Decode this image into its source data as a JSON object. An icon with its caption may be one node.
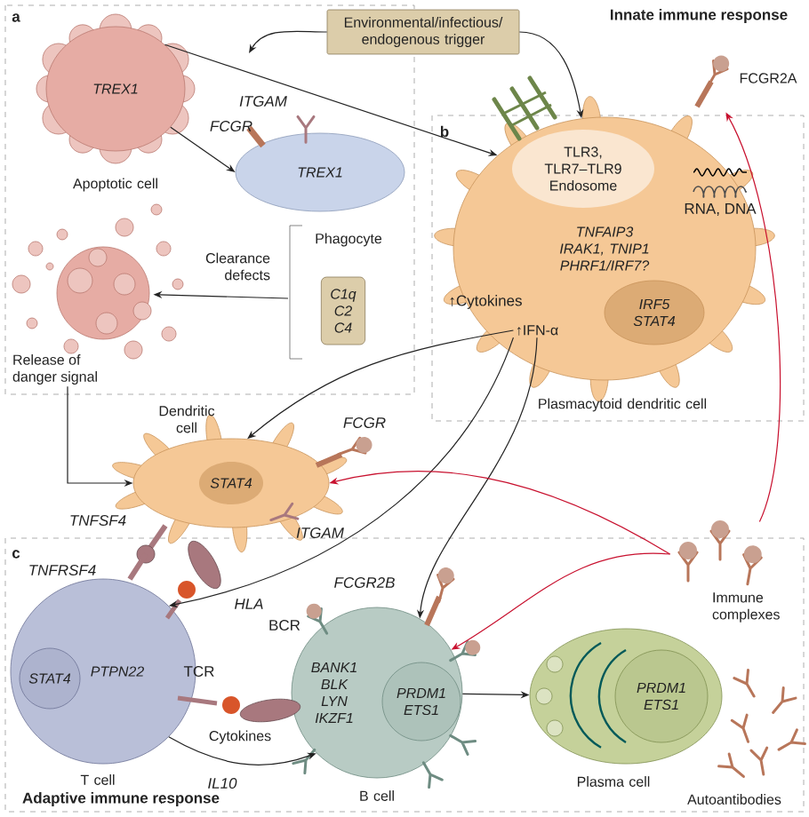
{
  "diagram": {
    "nodes": [
      {
        "text": [
          "Environmental/infectious/ endogenous trigger"
        ]
      },
      {
        "text": [
          "TREX1"
        ],
        "beside": [
          "Apoptotic cell"
        ]
      },
      {
        "text": [
          "TREX1"
        ],
        "beside": [
          "Phagocyte"
        ]
      },
      {
        "text": [],
        "shape": "picture",
        "beside": [
          "Release of danger signal"
        ]
      },
      {
        "text": [
          "C1q C2 C4"
        ]
      },
      {
        "text": [
          "TNFAIP3 IRAK1, TNIP1 PHRF1/IRF7?"
        ],
        "beside": [
          "Plasmacytoid dendritic cell"
        ]
      },
      {
        "text": [
          "TLR3, TLR7–TLR9 Endosome"
        ],
        "in": 5
      },
      {
        "text": [
          "IRF5 STAT4"
        ],
        "in": 5
      },
      {
        "text": [
          "↑IFN-α"
        ],
        "in": 5
      },
      {
        "text": [],
        "shape": "picture",
        "beside": [
          "FCGR2A"
        ]
      },
      {
        "text": [
          "STAT4"
        ],
        "beside": [
          "Dendritic cell"
        ]
      },
      {
        "text": [
          "PTPN22"
        ],
        "beside": [
          "T cell"
        ]
      },
      {
        "text": [
          "STAT4"
        ],
        "in": 11
      },
      {
        "text": [
          "BANK1 BLK LYN IKZF1"
        ],
        "beside": [
          "B cell"
        ]
      },
      {
        "text": [
          "PRDM1 ETS1"
        ],
        "in": 13
      },
      {
        "text": [],
        "shape": "ellipse",
        "beside": [
          "Plasma cell"
        ]
      },
      {
        "text": [
          "PRDM1 ETS1"
        ],
        "in": 15
      },
      {
        "text": [],
        "shape": "picture",
        "beside": [
          "Immune complexes"
        ]
      },
      {
        "text": [],
        "shape": "picture",
        "beside": [
          "Autoantibodies"
        ]
      }
    ],
    "edges": [
      {
        "from": 1,
        "to": 2,
        "arrow": "to"
      },
      {
        "from": 0,
        "to": null,
        "arrow": "to"
      },
      {
        "from": 0,
        "to": 5,
        "arrow": "to"
      },
      {
        "from": 1,
        "to": 5,
        "arrow": "to"
      },
      {
        "from": null,
        "to": 3,
        "arrow": "to",
        "label": "Clearance defects"
      },
      {
        "from": 3,
        "to": 10,
        "arrow": "to"
      },
      {
        "from": 8,
        "to": 10,
        "arrow": "to"
      },
      {
        "from": 8,
        "to": 11,
        "arrow": "to"
      },
      {
        "from": 8,
        "to": 13,
        "arrow": "to"
      },
      {
        "from": 11,
        "to": 13,
        "arrow": "to",
        "label": "Cytokines"
      },
      {
        "from": 13,
        "to": 15,
        "arrow": "to"
      },
      {
        "from": 17,
        "to": 10,
        "arrow": "to",
        "color": "#c8102e"
      },
      {
        "from": 17,
        "to": 13,
        "arrow": "to",
        "color": "#c8102e"
      },
      {
        "from": 17,
        "to": 9,
        "arrow": "to",
        "color": "#c8102e"
      }
    ],
    "labels": [
      "a",
      "Innate immune response",
      "ITGAM",
      "FCGR",
      "b",
      "RNA, DNA",
      "↑Cytokines",
      "FCGR",
      "ITGAM",
      "TNFSF4",
      "c",
      "TNFRSF4",
      "HLA",
      "FCGR2B",
      "BCR",
      "TCR",
      "IL10",
      "Adaptive immune response"
    ]
  }
}
